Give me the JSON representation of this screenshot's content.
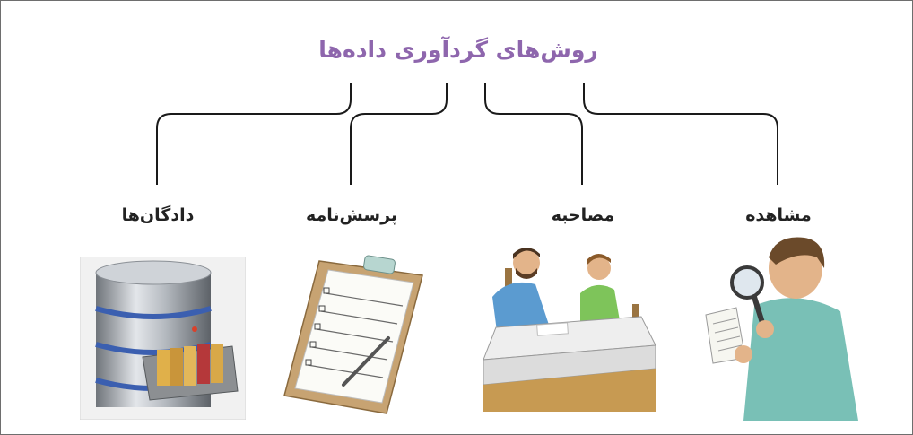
{
  "title": "روش‌های گردآوری داده‌ها",
  "methods": [
    {
      "label": "داد‌گان‌ها",
      "icon": "database-server-icon"
    },
    {
      "label": "پرسش‌نامه",
      "icon": "clipboard-questionnaire-icon"
    },
    {
      "label": "مصاحبه",
      "icon": "interview-scene-icon"
    },
    {
      "label": "مشاهده",
      "icon": "magnifying-glass-observer-icon"
    }
  ],
  "colors": {
    "title": "#8e66ad",
    "line": "#1a1a1a",
    "label": "#222222",
    "border": "#6e6e6e"
  }
}
